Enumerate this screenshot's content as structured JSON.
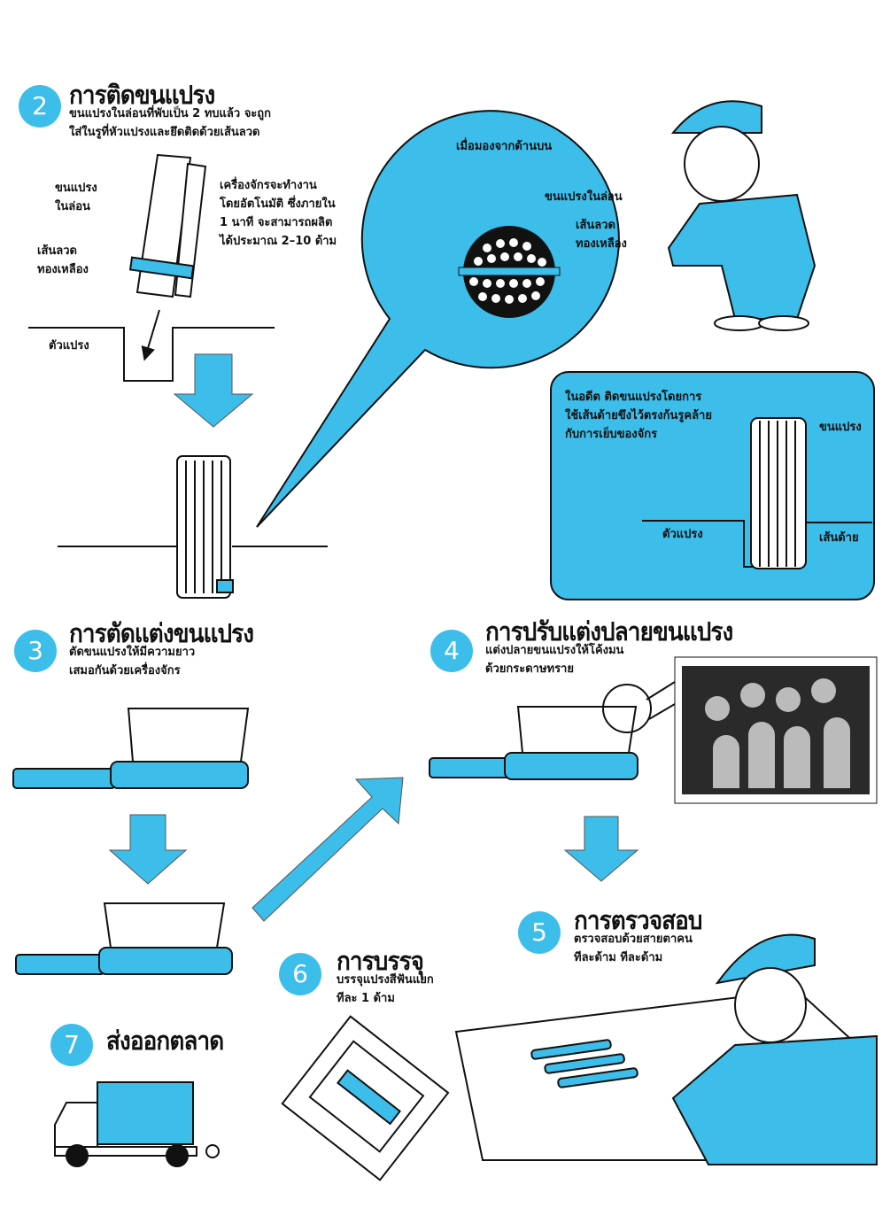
{
  "accent_color": "#3cbdea",
  "steps": {
    "s2": {
      "number": "2",
      "title": "การติดขนแปรง",
      "sub1": "ขนแปรงในล่อนที่พับเป็น  2 ทบแล้ว จะถูก",
      "sub2": "ใส่ในรูที่หัวแปรงและยึดติดด้วยเส้นลวด",
      "label_bristle1": "ขนแปรง",
      "label_bristle2": "ในล่อน",
      "label_wire1": "เส้นลวด",
      "label_wire2": "ทองเหลือง",
      "machine1": "เครื่องจักรจะทำงาน",
      "machine2": "โดยอัตโนมัติ ซึ่งภายใน",
      "machine3": "1 นาที จะสามารถผลิต",
      "machine4": "ได้ประมาณ  2–10  ด้าม",
      "label_body": "ตัวแปรง"
    },
    "bubble": {
      "title": "เมื่อมองจากด้านบน",
      "bristle": "ขนแปรงในล่อน",
      "wire1": "เส้นลวด",
      "wire2": "ทองเหลือง"
    },
    "past": {
      "line1": "ในอดีต   ติดขนแปรงโดยการ",
      "line2": "ใช้เส้นด้ายขึงไว้ตรงก้นรูคล้าย",
      "line3": "กับการเย็บของจักร",
      "bristle": "ขนแปรง",
      "body": "ตัวแปรง",
      "thread": "เส้นด้าย"
    },
    "s3": {
      "number": "3",
      "title": "การตัดแต่งขนแปรง",
      "sub1": "ตัดขนแปรงให้มีความยาว",
      "sub2": "เสมอกันด้วยเครื่องจักร"
    },
    "s4": {
      "number": "4",
      "title": "การปรับแต่งปลายขนแปรง",
      "sub1": "แต่งปลายขนแปรงให้โค้งมน",
      "sub2": "ด้วยกระดาษทราย"
    },
    "s5": {
      "number": "5",
      "title": "การตรวจสอบ",
      "sub1": "ตรวจสอบด้วยสายตาคน",
      "sub2": "ทีละด้าม   ทีละด้าม"
    },
    "s6": {
      "number": "6",
      "title": "การบรรจุ",
      "sub1": "บรรจุแปรงสีฟันแยก",
      "sub2": "ทีละ 1 ด้าม"
    },
    "s7": {
      "number": "7",
      "title": "ส่งออกตลาด"
    }
  }
}
